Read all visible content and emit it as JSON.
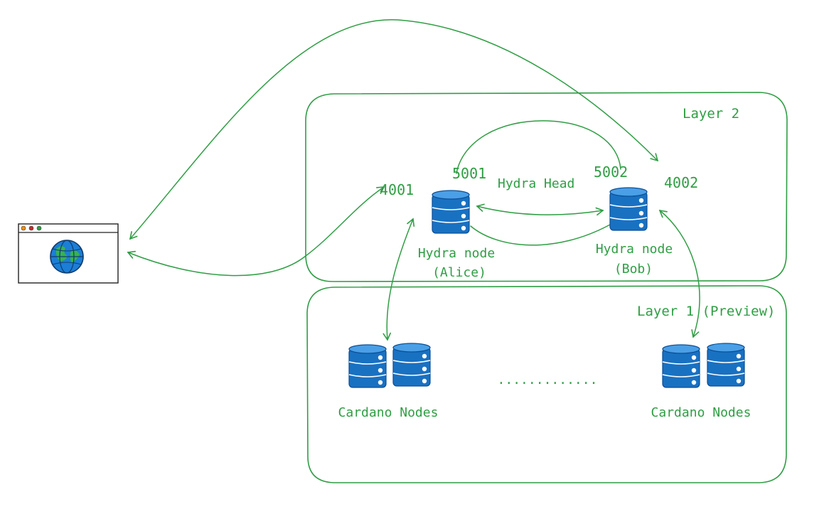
{
  "colors": {
    "stroke": "#2f9e44",
    "db_fill": "#1971c2",
    "db_light": "#4a9fe6",
    "globe_ocean": "#1c7ed6",
    "globe_land": "#37b24d",
    "browser_dot1": "#f08c00",
    "browser_dot2": "#c92a2a",
    "browser_dot3": "#2f9e44"
  },
  "layer2": {
    "label": "Layer 2"
  },
  "layer1": {
    "label": "Layer 1 (Preview)"
  },
  "ports": {
    "alice_api": "4001",
    "alice_peer": "5001",
    "bob_peer": "5002",
    "bob_api": "4002"
  },
  "head": {
    "label": "Hydra Head"
  },
  "alice": {
    "line1": "Hydra node",
    "line2": "(Alice)"
  },
  "bob": {
    "line1": "Hydra node",
    "line2": "(Bob)"
  },
  "cardano_left": {
    "label": "Cardano Nodes"
  },
  "cardano_right": {
    "label": "Cardano Nodes"
  },
  "ellipsis": ".............",
  "icons": {
    "browser": "browser-window-icon",
    "globe": "globe-icon",
    "database": "database-icon"
  }
}
